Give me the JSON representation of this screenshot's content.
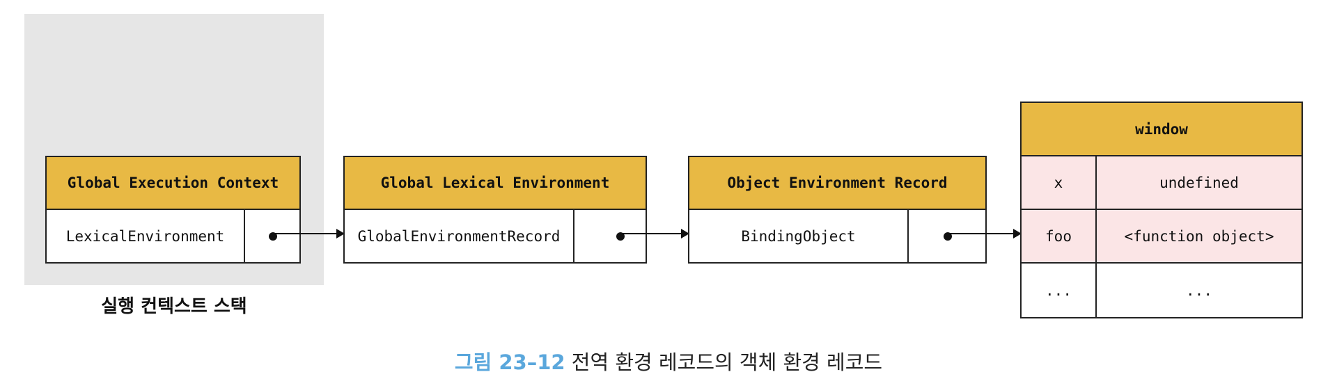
{
  "stack": {
    "label": "실행 컨텍스트 스택"
  },
  "global_execution_context": {
    "title": "Global Execution Context",
    "field": "LexicalEnvironment"
  },
  "global_lexical_environment": {
    "title": "Global Lexical Environment",
    "field": "GlobalEnvironmentRecord"
  },
  "object_environment_record": {
    "title": "Object Environment Record",
    "field": "BindingObject"
  },
  "window": {
    "title": "window",
    "rows": [
      {
        "key": "x",
        "value": "undefined"
      },
      {
        "key": "foo",
        "value": "<function object>"
      },
      {
        "key": "...",
        "value": "..."
      }
    ]
  },
  "caption": {
    "figure": "그림 23–12",
    "text": " 전역 환경 레코드의 객체 환경 레코드"
  },
  "colors": {
    "header": "#e8b944",
    "highlight_row": "#fbe5e6",
    "stack_background": "#e6e6e6",
    "caption_number": "#5aa7dc"
  }
}
